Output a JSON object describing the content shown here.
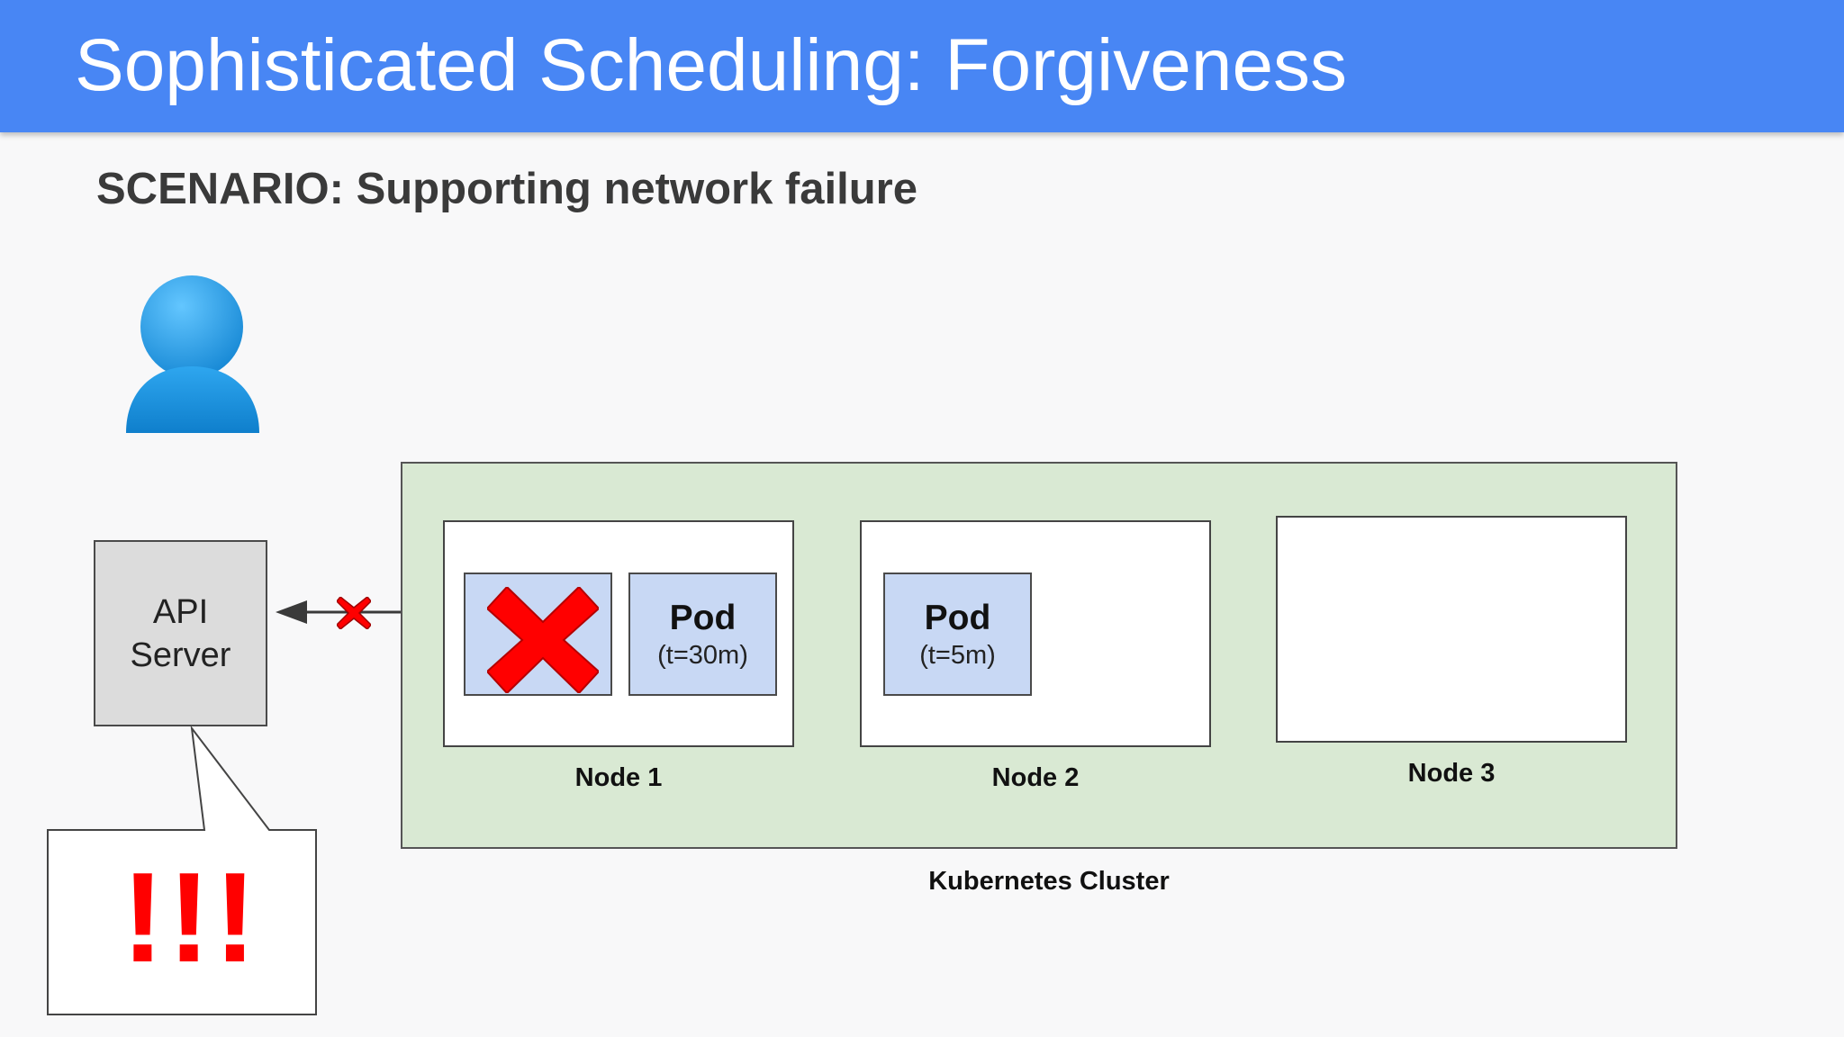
{
  "header": {
    "title": "Sophisticated Scheduling: Forgiveness",
    "background": "#4886f4"
  },
  "scenario": {
    "text": "SCENARIO: Supporting network failure"
  },
  "user": {
    "icon": "user-icon",
    "color": "#1e9ae6"
  },
  "api_server": {
    "line1": "API",
    "line2": "Server"
  },
  "alert": {
    "text": "!!!",
    "color": "#ff0000"
  },
  "cluster": {
    "label": "Kubernetes Cluster",
    "background": "#d9e9d3",
    "nodes": [
      {
        "label": "Node 1",
        "pods": [
          {
            "name": "Pod",
            "ttl": "(t=30m)"
          }
        ]
      },
      {
        "label": "Node 2",
        "pods": [
          {
            "name": "Pod",
            "ttl": "(t=5m)"
          }
        ]
      },
      {
        "label": "Node 3",
        "pods": []
      }
    ]
  },
  "connection": {
    "status": "broken",
    "icon": "broken-link-x-icon",
    "failed_pod_icon": "red-x-icon",
    "x_color": "#ff0000"
  }
}
